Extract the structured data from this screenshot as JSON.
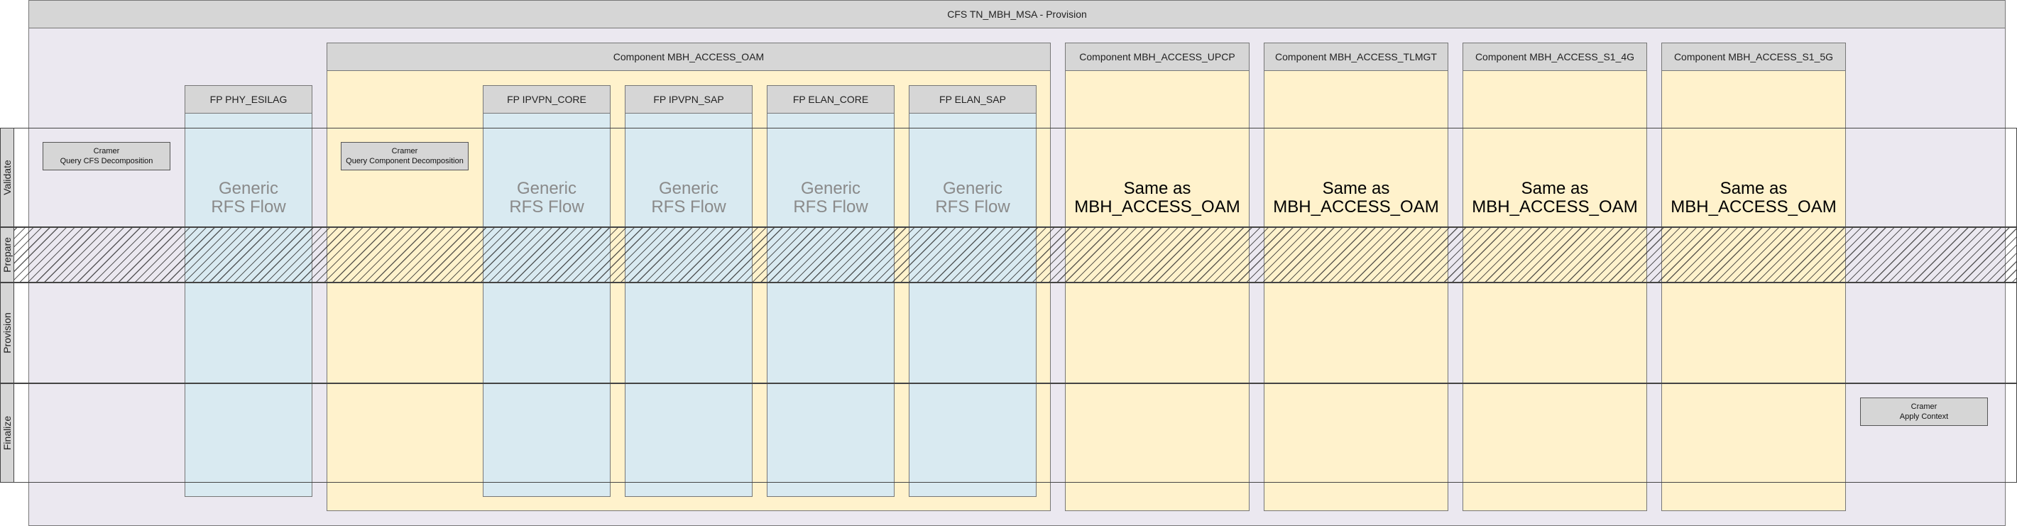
{
  "title": "CFS TN_MBH_MSA - Provision",
  "lanes": [
    "Validate",
    "Prepare",
    "Provision",
    "Finalize"
  ],
  "tasks": {
    "query_cfs": [
      "Cramer",
      "Query CFS Decomposition"
    ],
    "query_component": [
      "Cramer",
      "Query Component Decomposition"
    ],
    "apply_context": [
      "Cramer",
      "Apply Context"
    ]
  },
  "fp_phy_esilag": "FP PHY_ESILAG",
  "component_oam": {
    "title": "Component MBH_ACCESS_OAM",
    "fps": [
      "FP IPVPN_CORE",
      "FP IPVPN_SAP",
      "FP ELAN_CORE",
      "FP ELAN_SAP"
    ]
  },
  "components_same": [
    "Component MBH_ACCESS_UPCP",
    "Component MBH_ACCESS_TLMGT",
    "Component MBH_ACCESS_S1_4G",
    "Component MBH_ACCESS_S1_5G"
  ],
  "generic_flow": [
    "Generic",
    "RFS Flow"
  ],
  "same_as": [
    "Same as",
    "MBH_ACCESS_OAM"
  ],
  "colors": {
    "outer_bg": "#ebe8f0",
    "component_bg": "#fff2cc",
    "fp_bg": "#d9eaf1",
    "header_bg": "#d6d6d6"
  }
}
